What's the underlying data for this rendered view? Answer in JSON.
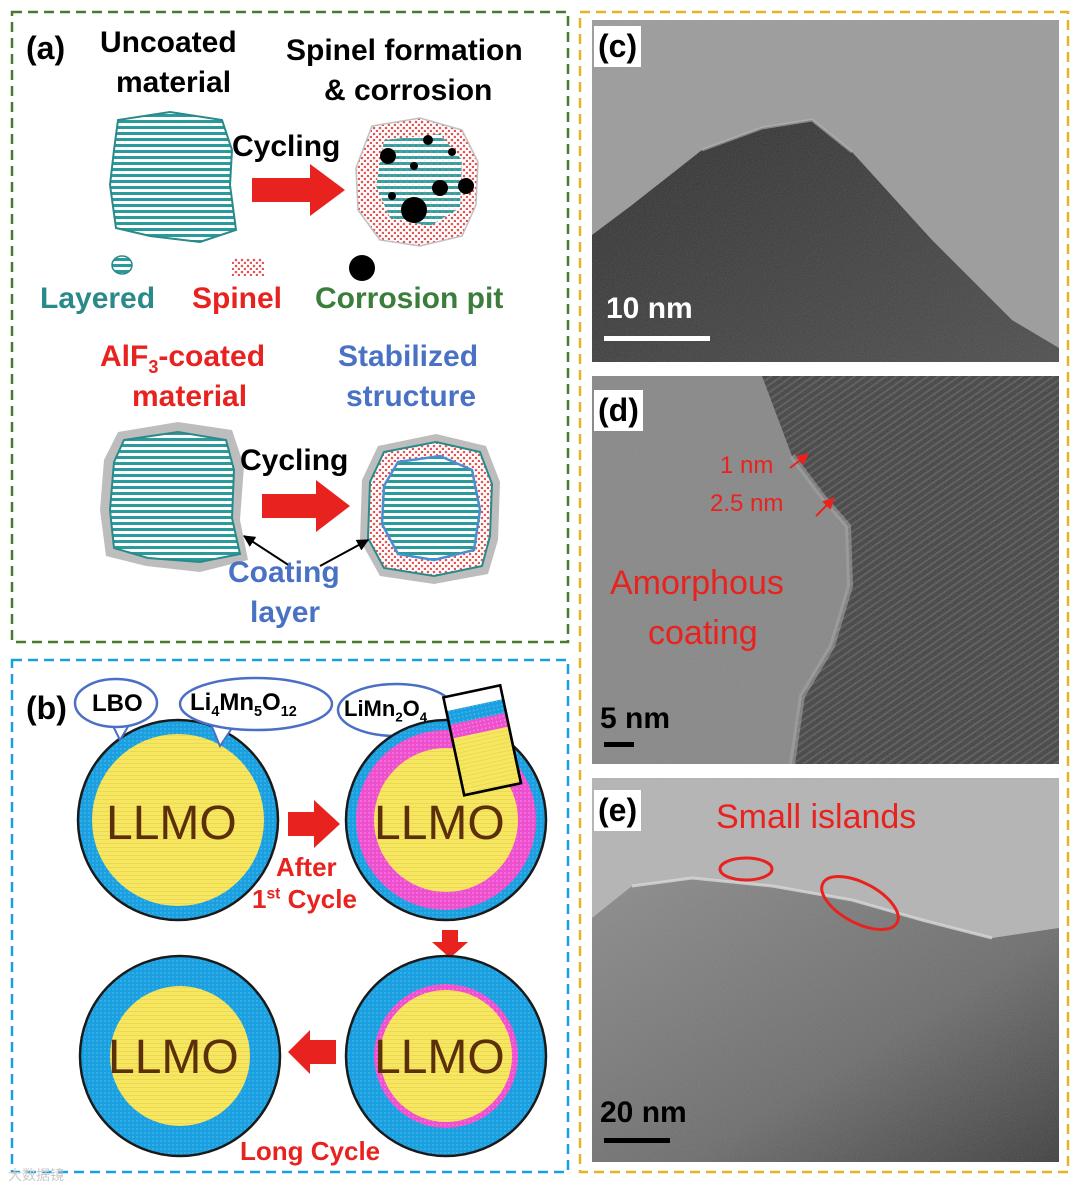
{
  "panel_a": {
    "letter": "(a)",
    "uncoated_title": [
      "Uncoated",
      "material"
    ],
    "spinel_title": [
      "Spinel formation",
      "& corrosion"
    ],
    "cycling_top": "Cycling",
    "legend": {
      "layered": "Layered",
      "spinel": "Spinel",
      "pit": "Corrosion pit"
    },
    "coated_title_pre": "AlF",
    "coated_title_sub": "3",
    "coated_title_post": "-coated",
    "coated_title_line2": "material",
    "stabilized_title": [
      "Stabilized",
      "structure"
    ],
    "cycling_bottom": "Cycling",
    "coating_layer": [
      "Coating",
      "layer"
    ]
  },
  "panel_b": {
    "letter": "(b)",
    "bubble_lbo": "LBO",
    "bubble_li4": {
      "a": "Li",
      "b": "4",
      "c": "Mn",
      "d": "5",
      "e": "O",
      "f": "12"
    },
    "bubble_limn": {
      "a": "LiMn",
      "b": "2",
      "c": "O",
      "d": "4"
    },
    "core_label": "LLMO",
    "after": "After",
    "first_cycle": {
      "a": "1",
      "b": "st",
      "c": " Cycle"
    },
    "long_cycle": "Long Cycle"
  },
  "panel_c": {
    "letter": "(c)",
    "scale": "10 nm"
  },
  "panel_d": {
    "letter": "(d)",
    "thick1": "1 nm",
    "thick2": "2.5 nm",
    "annotation": [
      "Amorphous",
      "coating"
    ],
    "scale": "5 nm"
  },
  "panel_e": {
    "letter": "(e)",
    "annotation": "Small islands",
    "scale": "20 nm"
  },
  "watermark": "大数据镜",
  "colors": {
    "teal": "#2a8a8a",
    "red": "#e8231f",
    "green": "#3b7d3b",
    "blue": "#4a72c4",
    "yellow": "#f5e663",
    "cyan": "#1a9fe0",
    "magenta": "#ee4fcf",
    "brown": "#5a2f0a"
  }
}
